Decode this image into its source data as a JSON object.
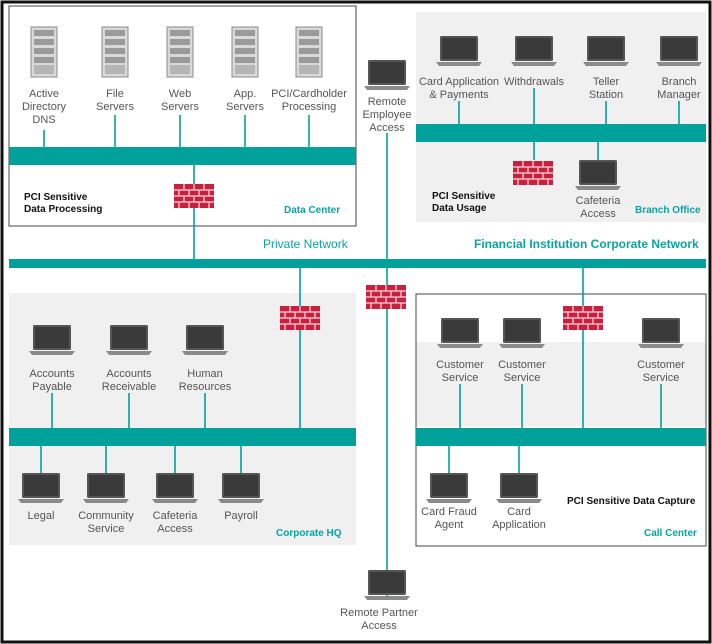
{
  "colors": {
    "network": "#00a19b",
    "firewall": "#c8203f",
    "zone_fill": "#f0f0f0",
    "frame": "#111111",
    "label": "#555555",
    "location": "#0aa3a0",
    "device": "#3a3a3a"
  },
  "icons": {
    "server": "server-icon",
    "laptop": "laptop-icon",
    "firewall": "firewall-icon"
  },
  "networks": {
    "private": "Private Network",
    "corporate": "Financial Institution Corporate Network"
  },
  "zones": {
    "data_center": {
      "location": "Data Center",
      "pci": "PCI Sensitive\nData Processing",
      "servers": [
        "Active\nDirectory\nDNS",
        "File\nServers",
        "Web\nServers",
        "App.\nServers",
        "PCI/Cardholder\nProcessing"
      ]
    },
    "branch_office": {
      "location": "Branch Office",
      "pci": "PCI Sensitive\nData Usage",
      "devices": [
        "Card Application\n& Payments",
        "Withdrawals",
        "Teller\nStation",
        "Branch\nManager",
        "Cafeteria\nAccess"
      ]
    },
    "corporate_hq": {
      "location": "Corporate HQ",
      "devices_top": [
        "Accounts\nPayable",
        "Accounts\nReceivable",
        "Human\nResources"
      ],
      "devices_bottom": [
        "Legal",
        "Community\nService",
        "Cafeteria\nAccess",
        "Payroll"
      ]
    },
    "call_center": {
      "location": "Call Center",
      "pci": "PCI Sensitive Data Capture",
      "devices_top": [
        "Customer\nService",
        "Customer\nService",
        "Customer\nService"
      ],
      "devices_bottom": [
        "Card Fraud\nAgent",
        "Card\nApplication"
      ]
    }
  },
  "remote": {
    "employee": "Remote\nEmployee\nAccess",
    "partner": "Remote Partner\nAccess"
  }
}
